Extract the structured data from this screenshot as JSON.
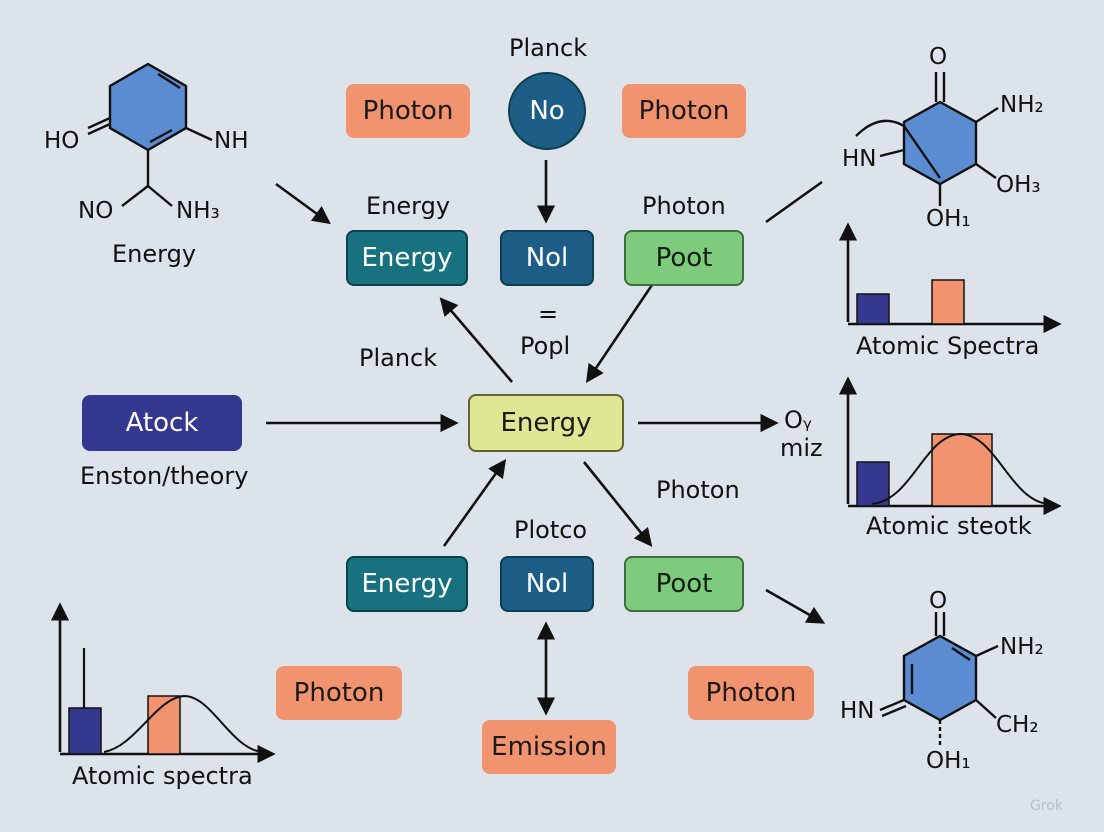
{
  "nodes": {
    "photon_top_left": "Photon",
    "planck_circle": "No",
    "photon_top_right": "Photon",
    "energy_mid_left": "Energy",
    "nol_mid": "Nol",
    "poot_mid_right": "Poot",
    "atock": "Atock",
    "energy_center": "Energy",
    "energy_low_left": "Energy",
    "nol_low": "Nol",
    "poot_low_right": "Poot",
    "photon_bottom_left": "Photon",
    "emission": "Emission",
    "photon_bottom_right": "Photon"
  },
  "labels": {
    "planck_top": "Planck",
    "energy_caption": "Energy",
    "photon_caption": "Photon",
    "equals": "=",
    "popl": "Popl",
    "planck_mid": "Planck",
    "enston": "Enston/theory",
    "photon_right": "Photon",
    "plotco": "Plotco",
    "oy": "Oᵧ",
    "miz": "miz",
    "molecule_caption": "Energy"
  },
  "molecules": {
    "top_left": {
      "ho": "HO",
      "nh": "NH",
      "no": "NO",
      "nh3": "NH₃"
    },
    "top_right": {
      "o": "O",
      "nh2": "NH₂",
      "hn": "HN",
      "oh3": "OH₃",
      "oh1": "OH₁"
    },
    "bottom_right": {
      "o": "O",
      "nh2": "NH₂",
      "hn": "HN",
      "ch2": "CH₂",
      "oh1": "OH₁"
    }
  },
  "charts": {
    "spectra_top": "Atomic Spectra",
    "spectra_mid": "Atomic steotk",
    "spectra_bottom": "Atomic spectra"
  },
  "colors": {
    "background": "#dde3ea",
    "teal": "#17717f",
    "navy": "#1d5e86",
    "green": "#7ecb7e",
    "yellow": "#dfe795",
    "purple": "#35388f",
    "salmon": "#f2936f",
    "ring": "#5b8bd0"
  },
  "watermark": "Grok"
}
